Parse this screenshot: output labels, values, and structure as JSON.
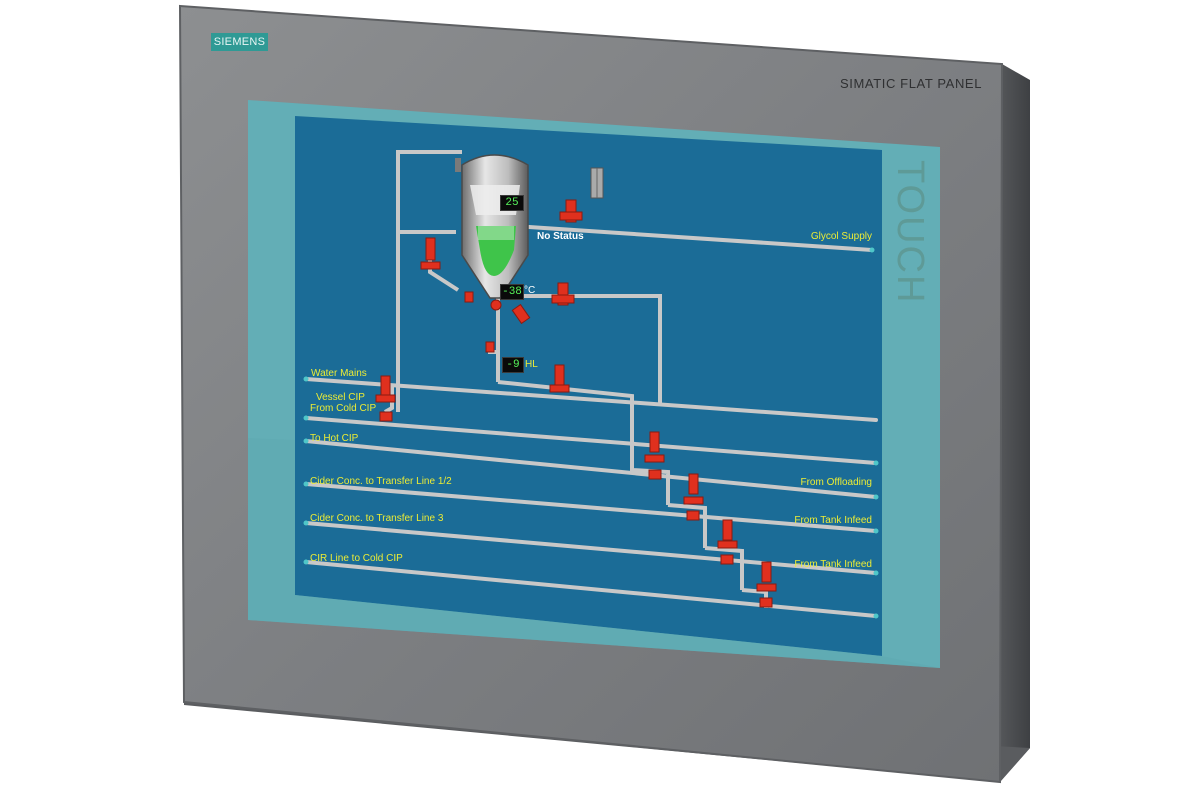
{
  "device": {
    "brand": "SIEMENS",
    "model": "SIMATIC FLAT PANEL",
    "side_label": "TOUCH"
  },
  "screen": {
    "vessel": {
      "top_readout": "25",
      "temperature": "-38",
      "temperature_unit": "°C",
      "level": "-9",
      "level_unit": "HL",
      "status": "No Status"
    },
    "left_labels": {
      "water_mains": "Water Mains",
      "vessel_cip": "Vessel CIP",
      "from_cold_cip": "From Cold CIP",
      "to_hot_cip": "To Hot CIP",
      "cider_line_12": "Cider Conc. to Transfer Line 1/2",
      "cider_line_3": "Cider Conc. to Transfer Line 3",
      "cir_line": "CIR Line to Cold CIP"
    },
    "right_labels": {
      "glycol_supply": "Glycol Supply",
      "from_offloading": "From Offloading",
      "from_tank_infeed_1": "From Tank Infeed",
      "from_tank_infeed_2": "From Tank Infeed"
    },
    "colors": {
      "screen_bg": "#1b6c97",
      "pipe": "#c8c8c8",
      "valve": "#e0301e",
      "label": "#ecec35",
      "product": "#3fc44a"
    }
  }
}
